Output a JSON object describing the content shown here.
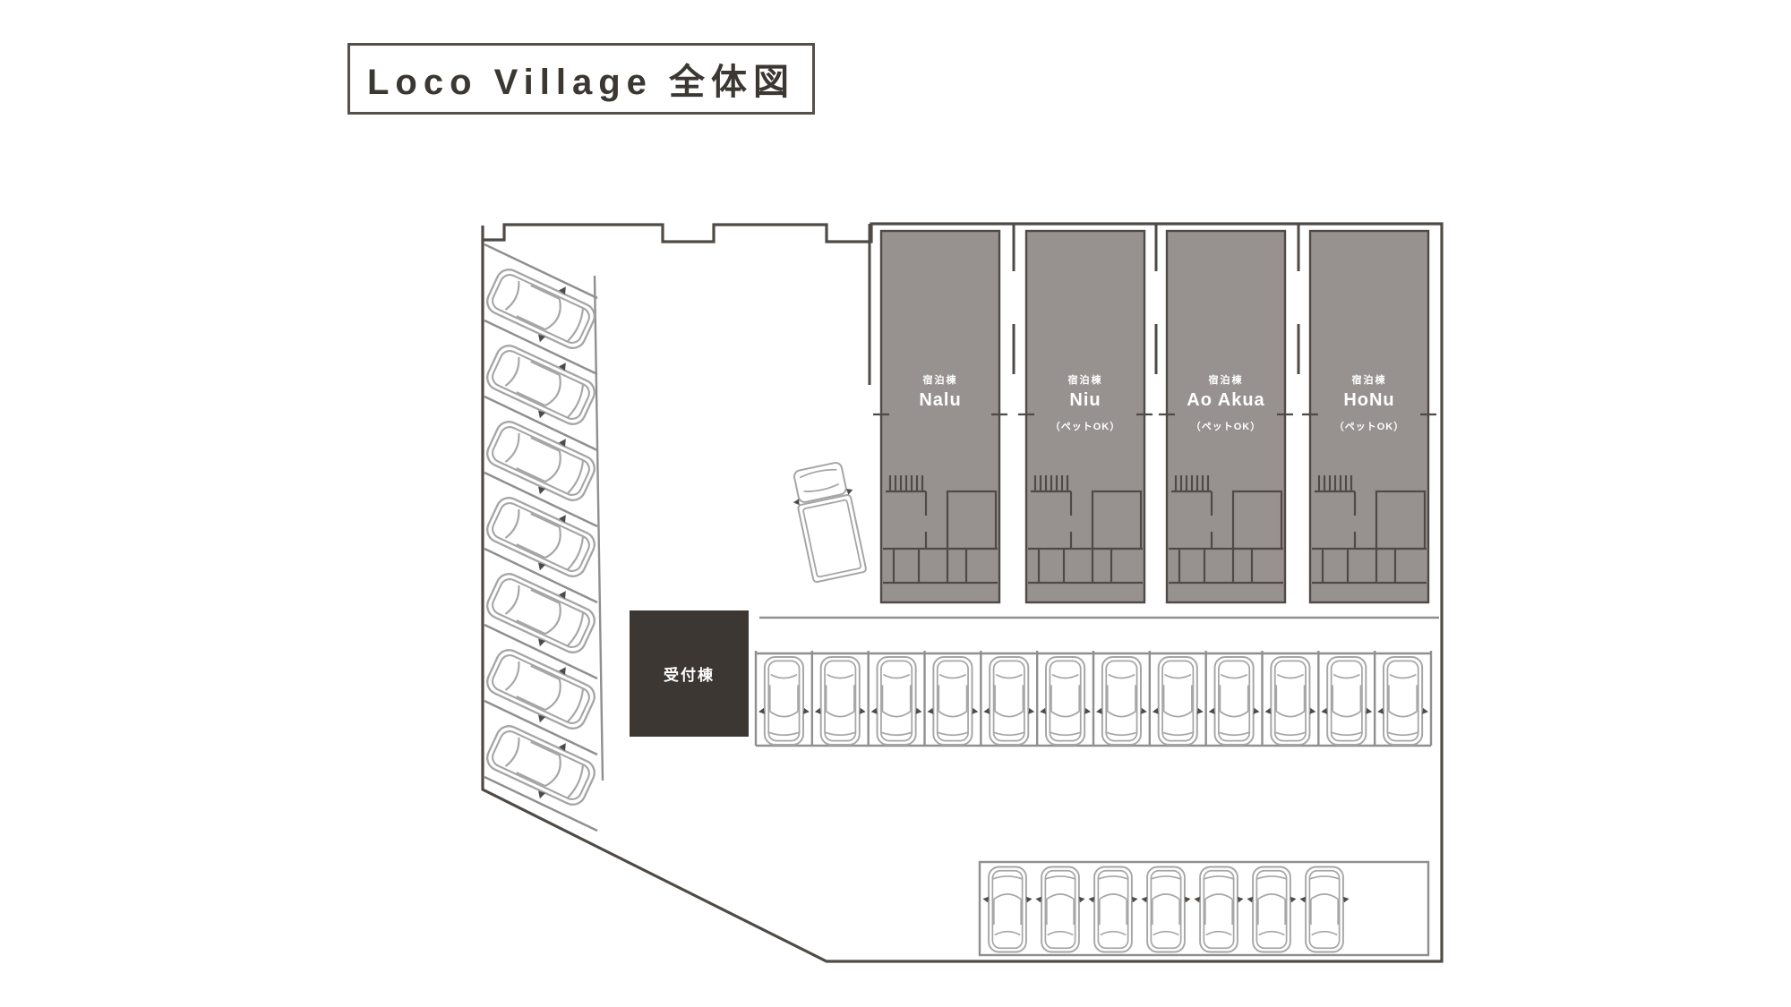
{
  "title": "Loco Village 全体図",
  "map": {
    "buildings": [
      {
        "type_label": "宿泊棟",
        "name": "Nalu",
        "pet_note": ""
      },
      {
        "type_label": "宿泊棟",
        "name": "Niu",
        "pet_note": "（ペットOK）"
      },
      {
        "type_label": "宿泊棟",
        "name": "Ao Akua",
        "pet_note": "（ペットOK）"
      },
      {
        "type_label": "宿泊棟",
        "name": "HoNu",
        "pet_note": "（ペットOK）"
      }
    ],
    "reception_label": "受付棟",
    "parking": {
      "left_diagonal_count": 7,
      "middle_row_count": 12,
      "bottom_row_count": 7,
      "truck_count": 1
    }
  },
  "colors": {
    "building_fill": "#979290",
    "reception_fill": "#3d3734",
    "wall": "#4f4a46",
    "parking_line": "#8f8f8f",
    "car_line": "#a6a6a6",
    "text_dark": "#3b3733"
  }
}
